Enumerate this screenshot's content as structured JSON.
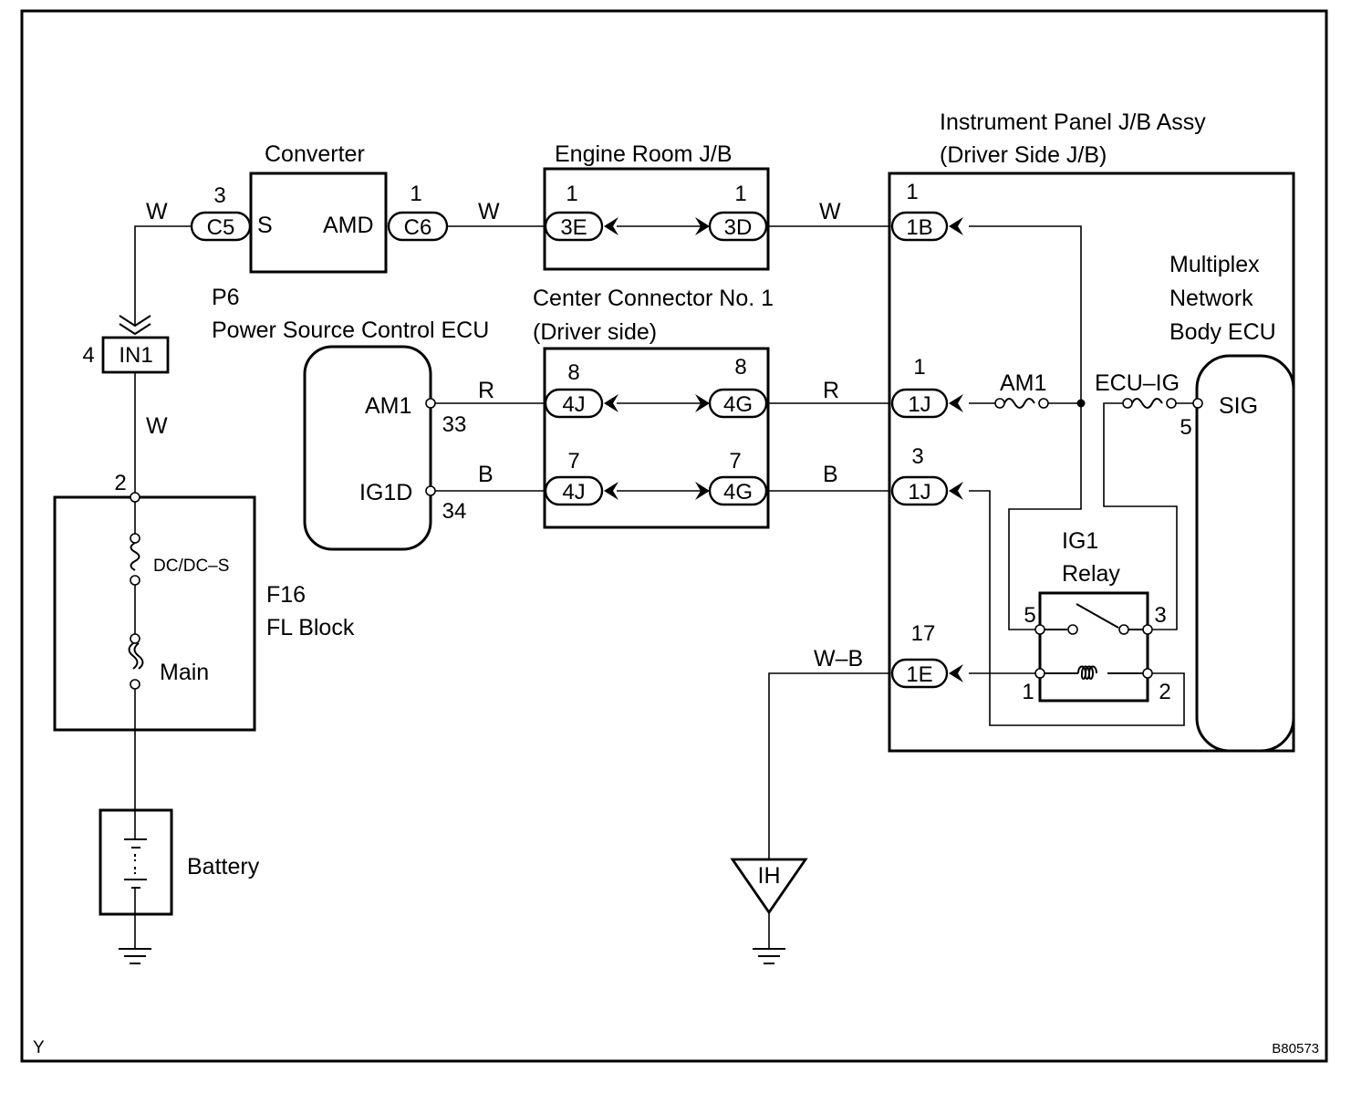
{
  "page_marks": {
    "left": "Y",
    "right": "B80573"
  },
  "components": {
    "converter": {
      "title": "Converter",
      "pin_s": "S",
      "pin_amd": "AMD"
    },
    "engine_room_jb": {
      "title": "Engine Room J/B"
    },
    "instrument_panel_jb": {
      "title_line1": "Instrument Panel J/B Assy",
      "title_line2": "(Driver Side J/B)"
    },
    "multiplex_ecu": {
      "line1": "Multiplex",
      "line2": "Network",
      "line3": "Body ECU",
      "pin_sig": "SIG"
    },
    "power_source_ecu": {
      "code": "P6",
      "title": "Power Source Control ECU",
      "pin_am1": "AM1",
      "pin_ig1d": "IG1D"
    },
    "center_connector": {
      "title_line1": "Center Connector No. 1",
      "title_line2": "(Driver side)"
    },
    "fl_block": {
      "code": "F16",
      "title": "FL Block",
      "fuse_dcdc": "DC/DC–S",
      "fuse_main": "Main"
    },
    "battery": {
      "label": "Battery"
    },
    "ig1_relay": {
      "line1": "IG1",
      "line2": "Relay"
    },
    "ground_ih": {
      "label": "IH"
    }
  },
  "connectors": {
    "c5": "C5",
    "c6": "C6",
    "in1": "IN1",
    "e3": "3E",
    "d3": "3D",
    "b1": "1B",
    "j4_top": "4J",
    "g4_top": "4G",
    "j1_top": "1J",
    "j4_bot": "4J",
    "g4_bot": "4G",
    "j1_bot": "1J",
    "e1": "1E"
  },
  "pins": {
    "c5": "3",
    "c6": "1",
    "in1": "4",
    "fl_block": "2",
    "e3": "1",
    "d3": "1",
    "b1": "1",
    "j4_top": "8",
    "g4_top": "8",
    "j1_top": "1",
    "j4_bot": "7",
    "g4_bot": "7",
    "j1_bot": "3",
    "am1_ecu": "33",
    "ig1d_ecu": "34",
    "e1": "17",
    "sig": "5",
    "relay_5": "5",
    "relay_3": "3",
    "relay_1": "1",
    "relay_2": "2"
  },
  "wires": {
    "w_c5": "W",
    "w_c6": "W",
    "w_3d": "W",
    "w_in1": "W",
    "r_ecu": "R",
    "r_jb": "R",
    "b_ecu": "B",
    "b_jb": "B",
    "wb": "W–B"
  },
  "fuses": {
    "am1": "AM1",
    "ecu_ig": "ECU–IG"
  }
}
